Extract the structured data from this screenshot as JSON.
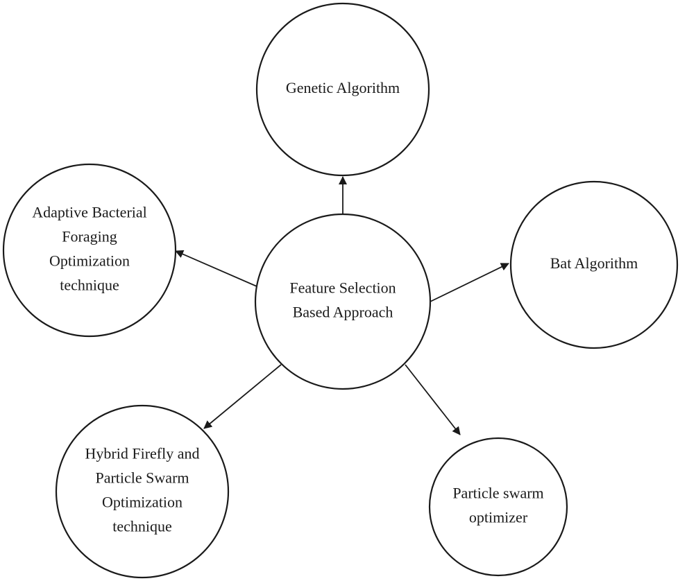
{
  "diagram": {
    "center": {
      "lines": [
        "Feature Selection",
        "Based Approach"
      ]
    },
    "nodes": [
      {
        "id": "genetic",
        "lines": [
          "Genetic Algorithm"
        ]
      },
      {
        "id": "bat",
        "lines": [
          "Bat Algorithm"
        ]
      },
      {
        "id": "pso",
        "lines": [
          "Particle swarm",
          "optimizer"
        ]
      },
      {
        "id": "hybrid",
        "lines": [
          "Hybrid Firefly and",
          "Particle Swarm",
          "Optimization",
          "technique"
        ]
      },
      {
        "id": "bacterial",
        "lines": [
          "Adaptive Bacterial",
          "Foraging",
          "Optimization",
          "technique"
        ]
      }
    ],
    "edges": [
      {
        "from": "center",
        "to": "genetic"
      },
      {
        "from": "center",
        "to": "bat"
      },
      {
        "from": "center",
        "to": "pso"
      },
      {
        "from": "center",
        "to": "hybrid"
      },
      {
        "from": "center",
        "to": "bacterial"
      }
    ]
  }
}
